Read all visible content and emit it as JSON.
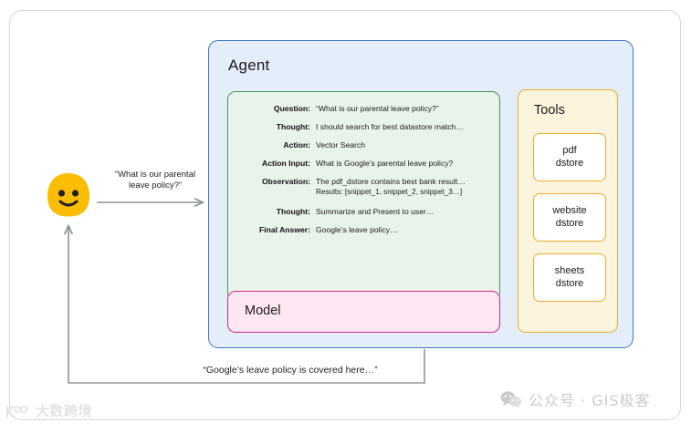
{
  "user": {
    "avatar_icon": "smiley-blob-emoji",
    "question_caption": "“What is our parental\nleave policy?”",
    "answer_caption": "“Google’s leave policy is covered here…”"
  },
  "agent": {
    "title": "Agent",
    "reasoning": {
      "rows": [
        {
          "label": "Question:",
          "value": "“What is our parental leave policy?”"
        },
        {
          "label": "Thought:",
          "value": "I should search for best datastore match…"
        },
        {
          "label": "Action:",
          "value": "Vector Search"
        },
        {
          "label": "Action Input:",
          "value": "What is Google’s parental leave policy?"
        },
        {
          "label": "Observation:",
          "value": "The pdf_dstore contains best bank result…",
          "value2": "Results: [snippet_1, snippet_2, snippet_3…]"
        },
        {
          "label": "Thought:",
          "value": "Summarize and Present to user…"
        },
        {
          "label": "Final Answer:",
          "value": "Google’s leave policy…"
        }
      ]
    },
    "model": {
      "title": "Model"
    },
    "tools": {
      "title": "Tools",
      "items": [
        {
          "label": "pdf\ndstore"
        },
        {
          "label": "website\ndstore"
        },
        {
          "label": "sheets\ndstore"
        }
      ]
    }
  },
  "watermarks": {
    "right_icon": "wechat-icon",
    "right_text": "公众号 · GIS极客",
    "left_text": "大数跨境"
  },
  "colors": {
    "agent_border": "#3a76c9",
    "agent_fill": "#e4edfa",
    "reasoning_border": "#46975a",
    "reasoning_fill": "#e8f4ea",
    "model_border": "#cf2e7e",
    "model_fill": "#fce7f2",
    "tools_border": "#efae2a",
    "tools_fill": "#fdf4dd",
    "avatar": "#fbbc04",
    "arrow": "#8d9399"
  }
}
